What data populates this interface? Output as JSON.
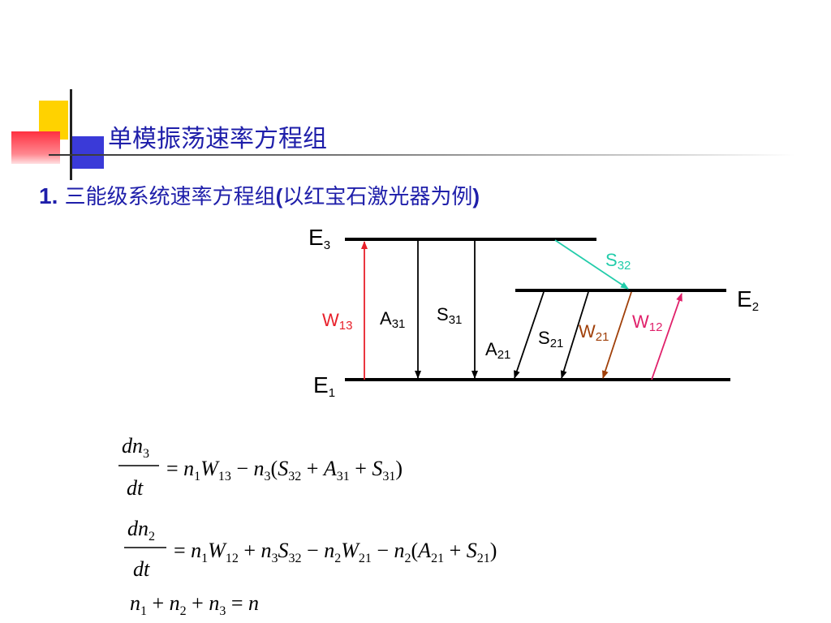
{
  "title": "单模振荡速率方程组",
  "subtitle": {
    "number": "1.",
    "text": "三能级系统速率方程组",
    "open_paren": "(",
    "note": "以红宝石激光器为例",
    "close_paren": ")"
  },
  "diagram": {
    "levels": {
      "E3": {
        "base": "E",
        "sub": "3"
      },
      "E2": {
        "base": "E",
        "sub": "2"
      },
      "E1": {
        "base": "E",
        "sub": "1"
      }
    },
    "transitions": [
      {
        "id": "W13",
        "base": "W",
        "sub": "13",
        "color": "#e8202a"
      },
      {
        "id": "A31",
        "base": "A",
        "sub": "31",
        "color": "#000000"
      },
      {
        "id": "S31",
        "base": "S",
        "sub": "31",
        "color": "#000000"
      },
      {
        "id": "S32",
        "base": "S",
        "sub": "32",
        "color": "#22ccaa"
      },
      {
        "id": "A21",
        "base": "A",
        "sub": "21",
        "color": "#000000"
      },
      {
        "id": "S21",
        "base": "S",
        "sub": "21",
        "color": "#000000"
      },
      {
        "id": "W21",
        "base": "W",
        "sub": "21",
        "color": "#a0400a"
      },
      {
        "id": "W12",
        "base": "W",
        "sub": "12",
        "color": "#e0206a"
      }
    ]
  },
  "equations": {
    "eq1": {
      "num_d": "d",
      "num_n": "n",
      "num_sub": "3",
      "den": "dt",
      "rhs": [
        {
          "t": "= "
        },
        {
          "t": "n",
          "i": 1
        },
        {
          "s": "1"
        },
        {
          "t": "W",
          "i": 1
        },
        {
          "s": "13"
        },
        {
          "t": " − "
        },
        {
          "t": "n",
          "i": 1
        },
        {
          "s": "3"
        },
        {
          "t": "("
        },
        {
          "t": "S",
          "i": 1
        },
        {
          "s": "32"
        },
        {
          "t": " + "
        },
        {
          "t": "A",
          "i": 1
        },
        {
          "s": "31"
        },
        {
          "t": " + "
        },
        {
          "t": "S",
          "i": 1
        },
        {
          "s": "31"
        },
        {
          "t": ")"
        }
      ]
    },
    "eq2": {
      "num_d": "d",
      "num_n": "n",
      "num_sub": "2",
      "den": "dt",
      "rhs": [
        {
          "t": "= "
        },
        {
          "t": "n",
          "i": 1
        },
        {
          "s": "1"
        },
        {
          "t": "W",
          "i": 1
        },
        {
          "s": "12"
        },
        {
          "t": " + "
        },
        {
          "t": "n",
          "i": 1
        },
        {
          "s": "3"
        },
        {
          "t": "S",
          "i": 1
        },
        {
          "s": "32"
        },
        {
          "t": " − "
        },
        {
          "t": "n",
          "i": 1
        },
        {
          "s": "2"
        },
        {
          "t": "W",
          "i": 1
        },
        {
          "s": "21"
        },
        {
          "t": " − "
        },
        {
          "t": "n",
          "i": 1
        },
        {
          "s": "2"
        },
        {
          "t": "("
        },
        {
          "t": "A",
          "i": 1
        },
        {
          "s": "21"
        },
        {
          "t": " + "
        },
        {
          "t": "S",
          "i": 1
        },
        {
          "s": "21"
        },
        {
          "t": ")"
        }
      ]
    },
    "eq3": {
      "parts": [
        {
          "t": "n",
          "i": 1
        },
        {
          "s": "1"
        },
        {
          "t": " + "
        },
        {
          "t": "n",
          "i": 1
        },
        {
          "s": "2"
        },
        {
          "t": " + "
        },
        {
          "t": "n",
          "i": 1
        },
        {
          "s": "3"
        },
        {
          "t": " = "
        },
        {
          "t": "n",
          "i": 1
        }
      ]
    }
  }
}
